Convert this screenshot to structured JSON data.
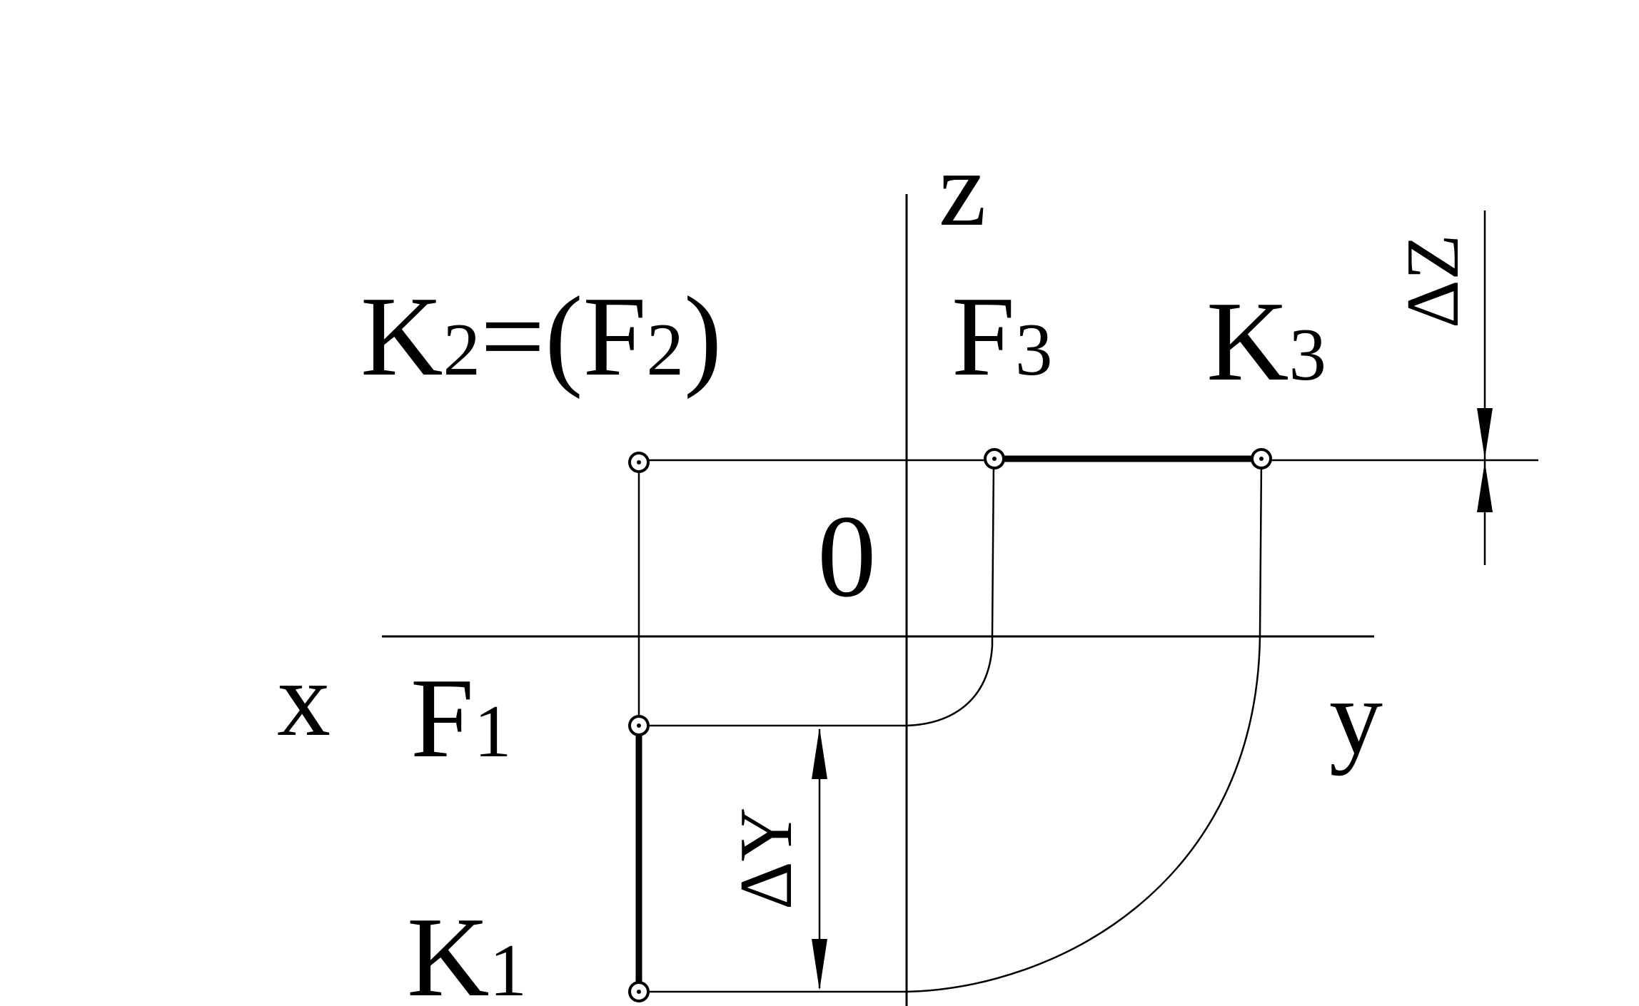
{
  "labels": {
    "k2_f2": {
      "main": "K",
      "sub1": "2",
      "mid": "=(F",
      "sub2": "2",
      "end": ")"
    },
    "f3": {
      "main": "F",
      "sub": "3"
    },
    "k3": {
      "main": "K",
      "sub": "3"
    },
    "f1": {
      "main": "F",
      "sub": "1"
    },
    "k1": {
      "main": "K",
      "sub": "1"
    },
    "origin": "0",
    "axis_x": "x",
    "axis_y": "y",
    "axis_z": "z",
    "delta_y": "ΔY",
    "delta_z": "ΔZ"
  }
}
